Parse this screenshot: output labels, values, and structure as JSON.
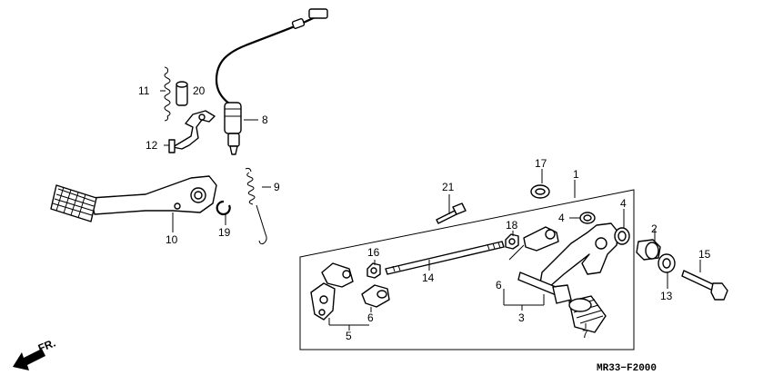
{
  "diagram": {
    "code": "MR33−F2000",
    "direction_label": "FR.",
    "callouts": [
      {
        "id": "c1",
        "text": "1"
      },
      {
        "id": "c2",
        "text": "2"
      },
      {
        "id": "c3",
        "text": "3"
      },
      {
        "id": "c4a",
        "text": "4"
      },
      {
        "id": "c4b",
        "text": "4"
      },
      {
        "id": "c5",
        "text": "5"
      },
      {
        "id": "c6a",
        "text": "6"
      },
      {
        "id": "c6b",
        "text": "6"
      },
      {
        "id": "c7",
        "text": "7"
      },
      {
        "id": "c8",
        "text": "8"
      },
      {
        "id": "c9",
        "text": "9"
      },
      {
        "id": "c10",
        "text": "10"
      },
      {
        "id": "c11",
        "text": "11"
      },
      {
        "id": "c12",
        "text": "12"
      },
      {
        "id": "c13",
        "text": "13"
      },
      {
        "id": "c14",
        "text": "14"
      },
      {
        "id": "c15",
        "text": "15"
      },
      {
        "id": "c16",
        "text": "16"
      },
      {
        "id": "c17",
        "text": "17"
      },
      {
        "id": "c18",
        "text": "18"
      },
      {
        "id": "c19",
        "text": "19"
      },
      {
        "id": "c20",
        "text": "20"
      },
      {
        "id": "c21",
        "text": "21"
      }
    ]
  }
}
